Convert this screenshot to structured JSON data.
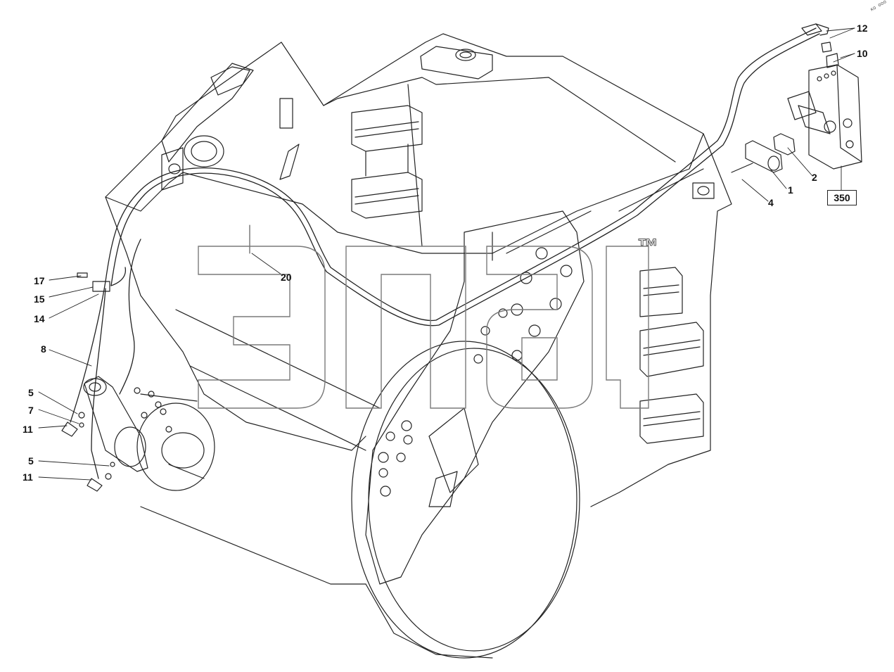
{
  "diagram": {
    "part_labels": [
      {
        "id": "p12",
        "text": "12"
      },
      {
        "id": "p10",
        "text": "10"
      },
      {
        "id": "p2",
        "text": "2"
      },
      {
        "id": "p1",
        "text": "1"
      },
      {
        "id": "p4",
        "text": "4"
      },
      {
        "id": "p20",
        "text": "20"
      },
      {
        "id": "p17",
        "text": "17"
      },
      {
        "id": "p15",
        "text": "15"
      },
      {
        "id": "p14",
        "text": "14"
      },
      {
        "id": "p8",
        "text": "8"
      },
      {
        "id": "p5a",
        "text": "5"
      },
      {
        "id": "p7",
        "text": "7"
      },
      {
        "id": "p11a",
        "text": "11"
      },
      {
        "id": "p5b",
        "text": "5"
      },
      {
        "id": "p11b",
        "text": "11"
      }
    ],
    "assembly_ref": "350",
    "trademark": "™",
    "corner_mark": "ко ооо"
  },
  "colors": {
    "line": "#222222",
    "watermark": "#7a7a7a"
  }
}
